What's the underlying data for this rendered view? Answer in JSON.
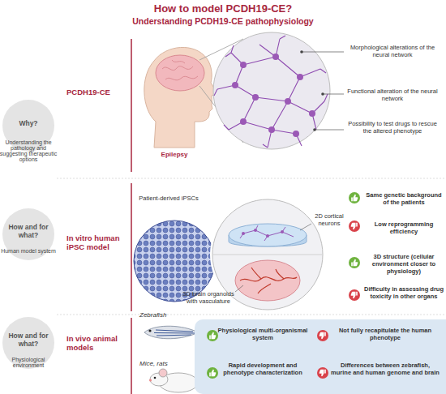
{
  "diagram": {
    "title": "How to model PCDH19-CE?",
    "nodes": [
      {
        "text": [
          "Why?",
          "Understanding the pathology and suggesting therapeutic options"
        ]
      },
      {
        "text": [
          "How and for what?",
          "Human model system"
        ]
      },
      {
        "text": [
          "How and for what?",
          "Physiological environment"
        ]
      },
      {
        "text": [
          "Physiological multi-organismal system",
          "Not fully recapitulate the human phenotype",
          "Rapid development and phenotype characterization",
          "Differences between zebrafish, murine and human genome and brain"
        ]
      }
    ],
    "labels": [
      "Understanding PCDH19-CE pathophysiology",
      "PCDH19-CE",
      "Epilepsy",
      "Morphological alterations of the neural network",
      "Functional alteration of the neural network",
      "Possibility to test drugs to rescue the altered phenotype",
      "In vitro human iPSC model",
      "Patient-derived iPSCs",
      "2D cortical neurons",
      "Same genetic background of the patients",
      "Low reprogramming efficiency",
      "3D brain organoids with vasculature",
      "3D structure (cellular environment closer to physiology)",
      "Difficulty in assessing drug toxicity in other organs",
      "In vivo animal models",
      "Zebrafish",
      "Mice, rats"
    ]
  }
}
